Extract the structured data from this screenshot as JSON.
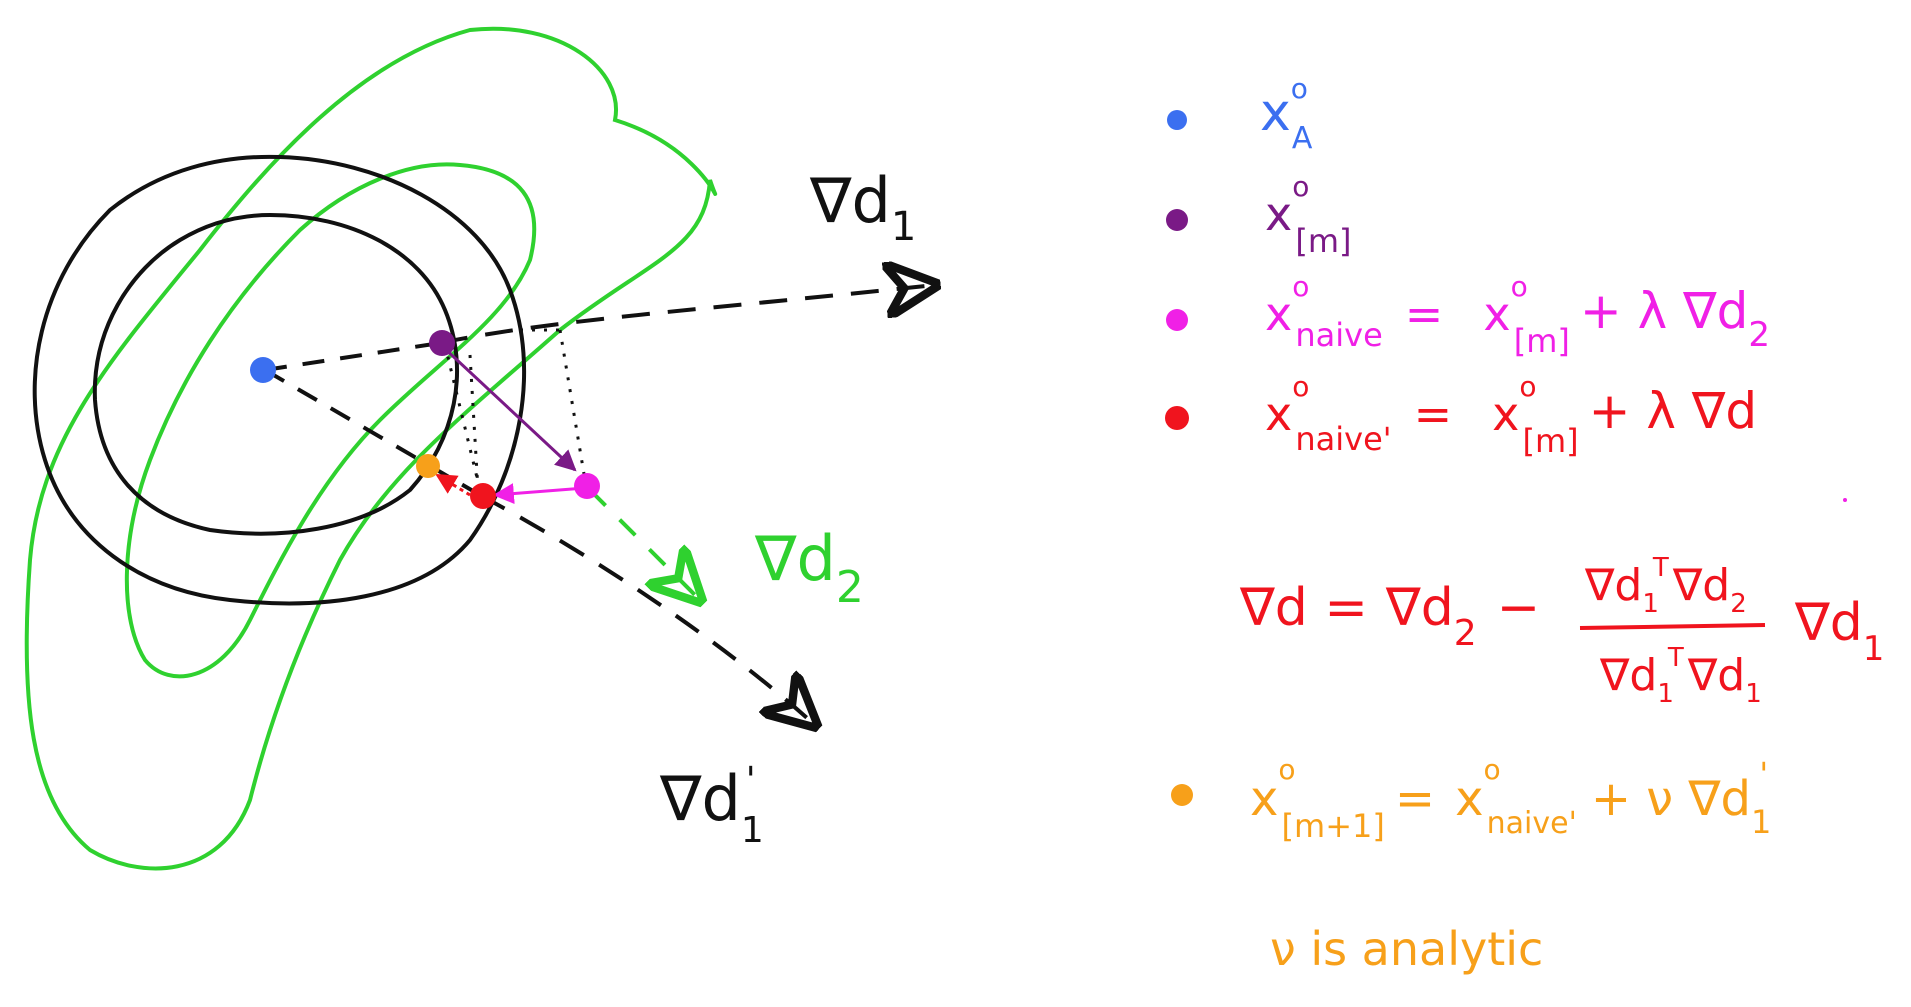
{
  "colors": {
    "black": "#111111",
    "green": "#2fd12f",
    "blue": "#3b6ff0",
    "purple": "#7a1a86",
    "magenta": "#f020e6",
    "red": "#f0141e",
    "orange": "#f7a01a"
  },
  "diagram": {
    "grad_d1_label": "∇d",
    "grad_d1_sub": "1",
    "grad_d2_label": "∇d",
    "grad_d2_sub": "2",
    "grad_d1p_label": "∇d",
    "grad_d1p_sub": "1",
    "grad_d1p_prime": "'"
  },
  "legend": {
    "xA": {
      "base": "x",
      "sup": "o",
      "sub": "A"
    },
    "xm": {
      "base": "x",
      "sup": "o",
      "sub": "[m]"
    },
    "xnaive": {
      "base": "x",
      "sup": "o",
      "sub": "naive",
      "eq": "=",
      "rhs_base": "x",
      "rhs_sup": "o",
      "rhs_sub": "[m]",
      "rhs_rest": "+ λ ∇d",
      "rhs_rest_sub": "2"
    },
    "xnaivep": {
      "base": "x",
      "sup": "o",
      "sub": "naive'",
      "eq": "=",
      "rhs_base": "x",
      "rhs_sup": "o",
      "rhs_sub": "[m]",
      "rhs_rest": "+ λ ∇d"
    },
    "formula": {
      "lhs": "∇d =",
      "t1": "∇d",
      "t1_sub": "2",
      "minus": "−",
      "num": "∇d",
      "num_sub": "1",
      "num_sup": "T",
      "num2": "∇d",
      "num2_sub": "2",
      "den": "∇d",
      "den_sub": "1",
      "den_sup": "T",
      "den2": "∇d",
      "den2_sub": "1",
      "tail": "∇d",
      "tail_sub": "1"
    },
    "xm1": {
      "base": "x",
      "sup": "o",
      "sub": "[m+1]",
      "eq": "=",
      "rhs_base": "x",
      "rhs_sup": "o",
      "rhs_sub": "naive'",
      "rhs_rest": "+ ν ∇d",
      "rhs_rest_sub": "1",
      "rhs_rest_sup": "'"
    },
    "note": "ν is analytic"
  }
}
